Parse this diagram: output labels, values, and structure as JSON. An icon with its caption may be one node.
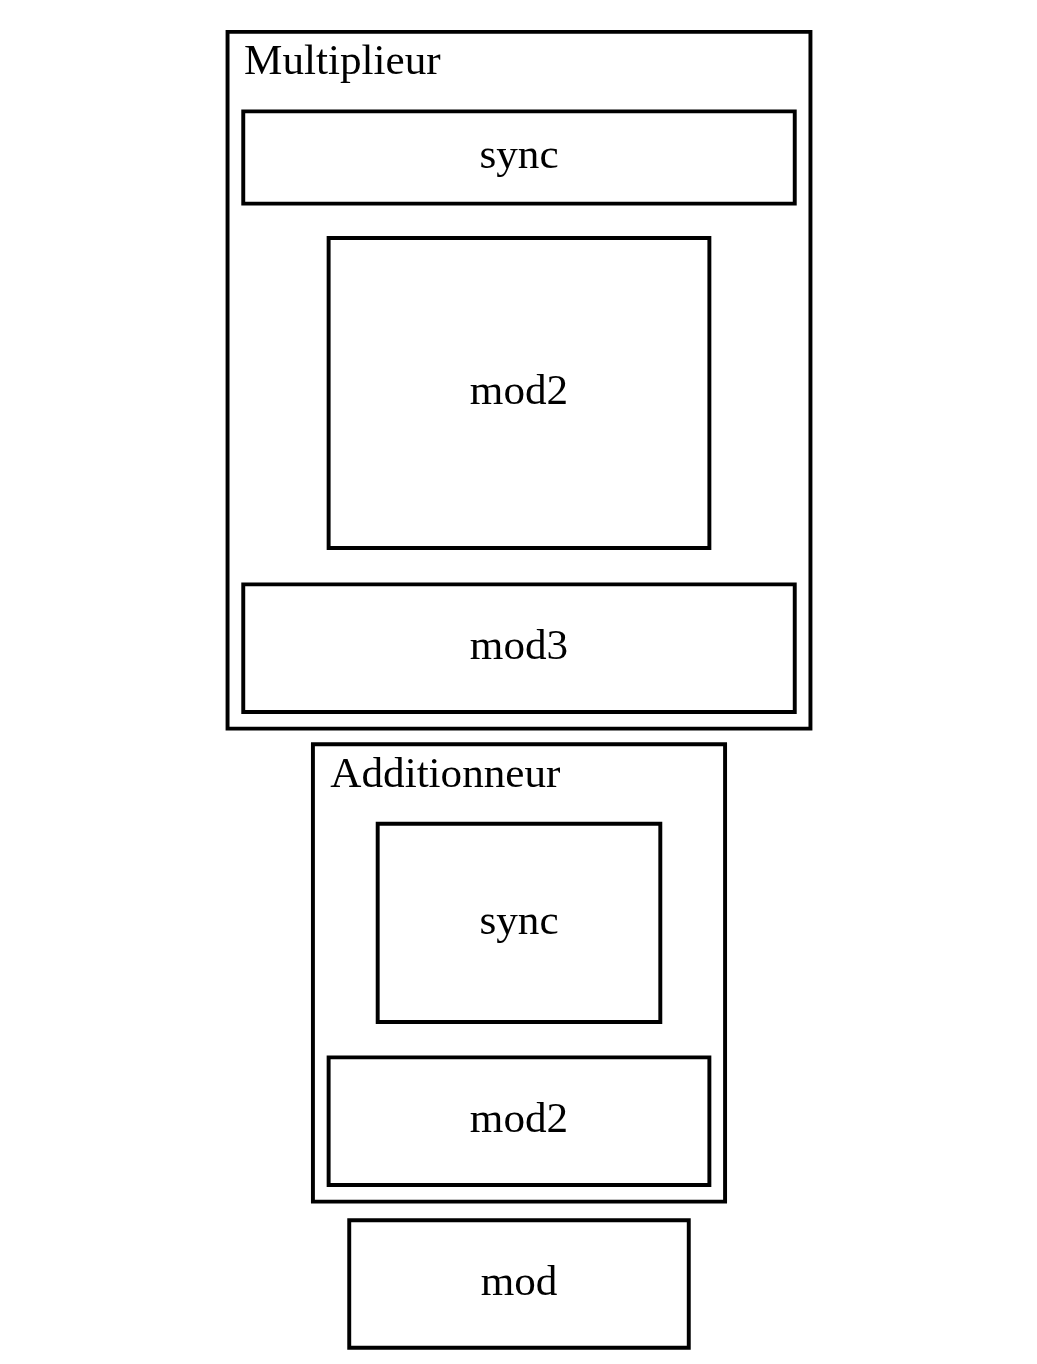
{
  "diagram": {
    "nodes": [
      {
        "text": [
          "mod"
        ]
      },
      {
        "text": [
          "Additionneur"
        ]
      },
      {
        "text": [
          "sync"
        ],
        "in": 1
      },
      {
        "text": [
          "mod2"
        ],
        "in": 1
      },
      {
        "text": [
          "Multiplieur"
        ]
      },
      {
        "text": [
          "sync"
        ],
        "in": 4
      },
      {
        "text": [
          "mod2"
        ],
        "in": 4
      },
      {
        "text": [
          "mod3"
        ],
        "in": 4
      }
    ]
  }
}
